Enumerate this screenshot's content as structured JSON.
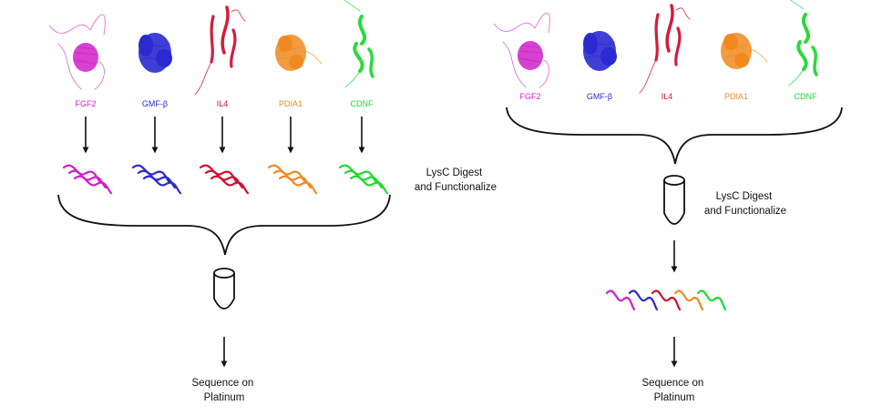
{
  "left_panel": {
    "proteins": [
      {
        "label": "FGF2",
        "color": "#d020c8",
        "icon": "fgf2-structure"
      },
      {
        "label": "GMF-β",
        "color": "#2a2ad0",
        "icon": "gmfb-structure"
      },
      {
        "label": "IL4",
        "color": "#d01030",
        "icon": "il4-structure"
      },
      {
        "label": "PDIA1",
        "color": "#f08a20",
        "icon": "pdia1-structure"
      },
      {
        "label": "CDNF",
        "color": "#20d830",
        "icon": "cdnf-structure"
      }
    ],
    "step_label": [
      "LysC Digest",
      "and Functionalize"
    ],
    "final_label": [
      "Sequence on",
      "Platinum"
    ]
  },
  "right_panel": {
    "proteins": [
      {
        "label": "FGF2",
        "color": "#d020c8",
        "icon": "fgf2-structure"
      },
      {
        "label": "GMF-β",
        "color": "#2a2ad0",
        "icon": "gmfb-structure"
      },
      {
        "label": "IL4",
        "color": "#d01030",
        "icon": "il4-structure"
      },
      {
        "label": "PDIA1",
        "color": "#f08a20",
        "icon": "pdia1-structure"
      },
      {
        "label": "CDNF",
        "color": "#20d830",
        "icon": "cdnf-structure"
      }
    ],
    "step_label": [
      "LysC Digest",
      "and Functionalize"
    ],
    "final_label": [
      "Sequence on",
      "Platinum"
    ]
  }
}
